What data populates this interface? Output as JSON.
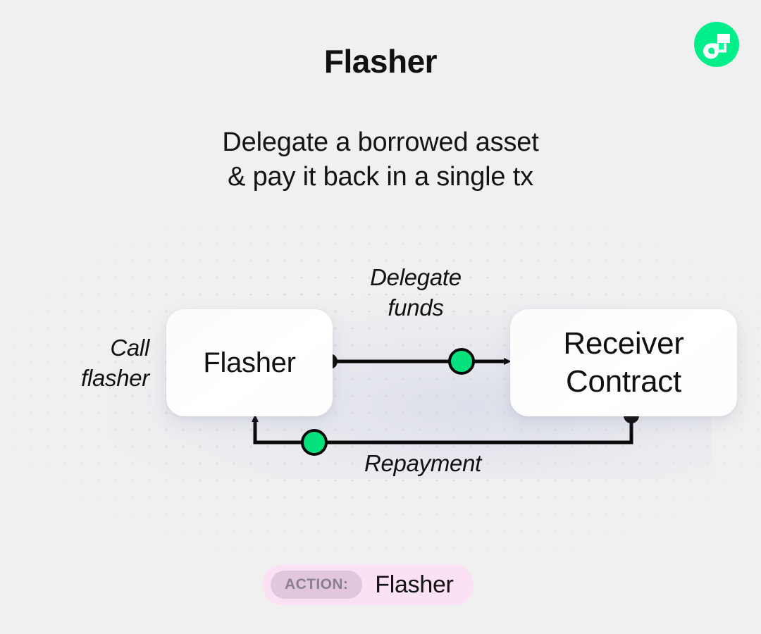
{
  "header": {
    "title": "Flasher",
    "logo_icon": "flow-logo-icon",
    "logo_color": "#00EF8B"
  },
  "subtitle": {
    "line1": "Delegate a borrowed asset",
    "line2": "& pay it back in a single tx"
  },
  "diagram": {
    "nodes": [
      {
        "id": "flasher",
        "label": "Flasher"
      },
      {
        "id": "receiver",
        "label_line1": "Receiver",
        "label_line2": "Contract"
      }
    ],
    "labels": {
      "call_line1": "Call",
      "call_line2": "flasher",
      "delegate_line1": "Delegate",
      "delegate_line2": "funds",
      "repayment": "Repayment"
    },
    "edges": [
      {
        "id": "delegate-funds",
        "from": "flasher",
        "to": "receiver",
        "marker": "green-token-dot"
      },
      {
        "id": "repayment",
        "from": "receiver",
        "to": "flasher",
        "marker": "green-token-dot"
      }
    ],
    "colors": {
      "token_dot": "#05E17C",
      "connector_dot": "#0A0A0A",
      "wire": "#0A0A0A",
      "grid_dot": "#D8D8D8"
    }
  },
  "action_badge": {
    "tag": "ACTION:",
    "value": "Flasher",
    "pill_color": "#FBE1F4",
    "tag_color": "#E2C6DD"
  }
}
